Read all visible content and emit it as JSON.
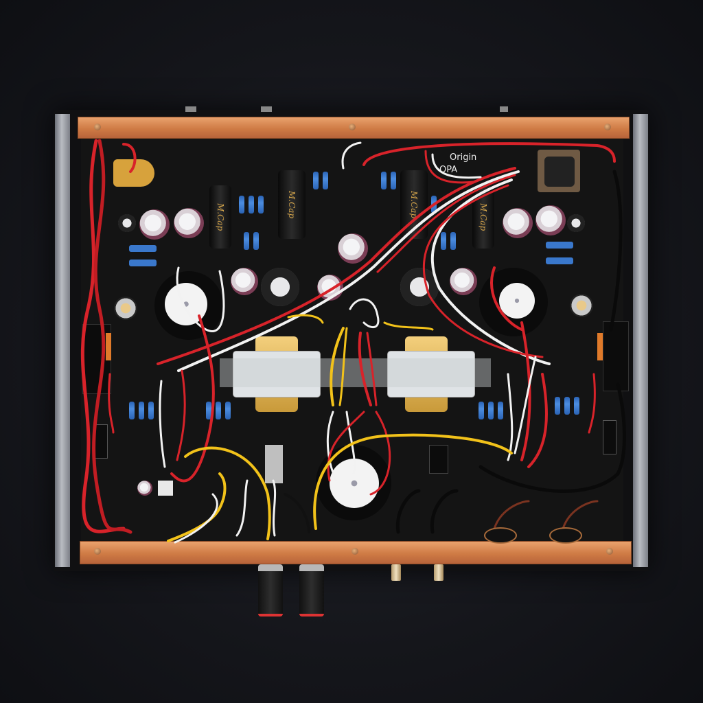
{
  "image": {
    "subject": "Top-down view of a vacuum tube amplifier interior",
    "background_color": "#16171c",
    "colors": {
      "copper_rail": "#d8864f",
      "pcb": "#141414",
      "wire_red": "#d8232a",
      "wire_white": "#f2f2f2",
      "wire_yellow": "#f2c21a",
      "resistor_blue": "#3a78cc",
      "capacitor_gold_text": "#d6a64b"
    }
  },
  "board_labels": {
    "origin_text": "Origin",
    "opa_text": "OPA",
    "capacitor_brand": "M.Cap"
  },
  "components": {
    "output_transformers": 2,
    "tube_sockets": 3,
    "large_film_capacitors": 4,
    "speaker_binding_posts": 2,
    "rca_jacks": 2
  }
}
